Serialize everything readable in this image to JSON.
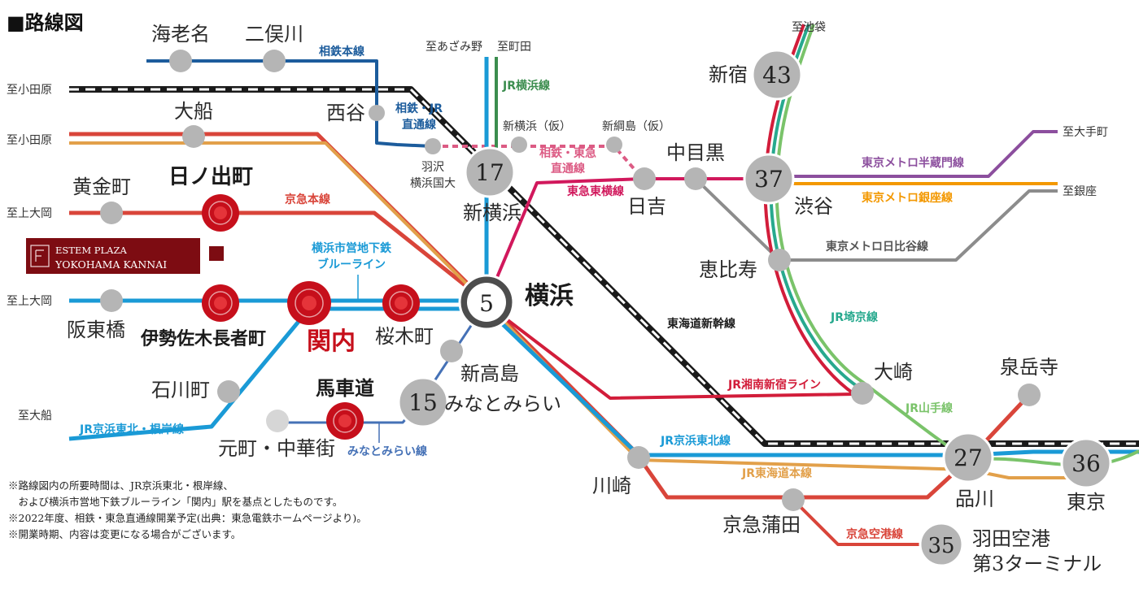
{
  "title": "■路線図",
  "brand": {
    "line1": "ESTEM PLAZA",
    "line2": "YOKOHAMA KANNAI"
  },
  "stations": {
    "ebina": "海老名",
    "futamatagawa": "二俣川",
    "nishiya": "西谷",
    "ofuna_n": "大船",
    "koganecho": "黄金町",
    "hinodecho": "日ノ出町",
    "hazawa1": "羽沢",
    "hazawa2": "横浜国大",
    "shinyokohama": "新横浜",
    "shinyokohama_kari": "新横浜（仮）",
    "shintsunashima": "新綱島（仮）",
    "hiyoshi": "日吉",
    "nakameguro": "中目黒",
    "shibuya": "渋谷",
    "shinjuku": "新宿",
    "ebisu": "恵比寿",
    "yokohama": "横浜",
    "tanmachi": "阪東橋",
    "isezakichojamachi": "伊勢佐木長者町",
    "kannai": "関内",
    "sakuragicho": "桜木町",
    "shintakashima": "新高島",
    "minatomirai": "みなとみらい",
    "ishikawacho": "石川町",
    "bashamichi": "馬車道",
    "motomachi": "元町・中華街",
    "osaki": "大崎",
    "sengakuji": "泉岳寺",
    "kawasaki": "川崎",
    "shinagawa": "品川",
    "tokyo": "東京",
    "keikyukamata": "京急蒲田",
    "haneda1": "羽田空港",
    "haneda2": "第3ターミナル"
  },
  "minutes": {
    "shinjuku": "43",
    "shibuya": "37",
    "shinyokohama": "17",
    "yokohama": "5",
    "minatomirai": "15",
    "shinagawa": "27",
    "tokyo": "36",
    "haneda": "35"
  },
  "directions": {
    "ikebukuro": "至池袋",
    "azamino": "至あざみ野",
    "machida": "至町田",
    "odawara1": "至小田原",
    "odawara2": "至小田原",
    "kamiooka1": "至上大岡",
    "kamiooka2": "至上大岡",
    "ofuna": "至大船",
    "otemachi": "至大手町",
    "ginza": "至銀座"
  },
  "lines": {
    "sotetsu": "相鉄本線",
    "sotetsu_jr_1": "相鉄・JR",
    "sotetsu_jr_2": "直通線",
    "jr_yokohama": "JR横浜線",
    "sotetsu_tokyu_1": "相鉄・東急",
    "sotetsu_tokyu_2": "直通線",
    "toyoko": "東急東横線",
    "keikyu_main": "京急本線",
    "blue_1": "横浜市営地下鉄",
    "blue_2": "ブルーライン",
    "hanzomon": "東京メトロ半蔵門線",
    "ginza_line": "東京メトロ銀座線",
    "hibiya": "東京メトロ日比谷線",
    "saikyo": "JR埼京線",
    "tokaido_shinkansen": "東海道新幹線",
    "shonan_shinjuku": "JR湘南新宿ライン",
    "yamanote": "JR山手線",
    "keihin_tohoku": "JR京浜東北線",
    "tokaido_main": "JR東海道本線",
    "keihin_negishi": "JR京浜東北・根岸線",
    "minatomirai_line": "みなとみらい線",
    "airport": "京急空港線"
  },
  "notes": [
    "※路線図内の所要時間は、JR京浜東北・根岸線、",
    "　および横浜市営地下鉄ブルーライン「関内」駅を基点としたものです。",
    "※2022年度、相鉄・東急直通線開業予定(出典：東急電鉄ホームページより)。",
    "※開業時期、内容は変更になる場合がございます。"
  ],
  "colors": {
    "sotetsu": "#1c5c9c",
    "blue_line": "#1a9ad6",
    "keikyu": "#d9453a",
    "jr_tokaido": "#e2a04a",
    "jr_yokohama": "#3b8d4e",
    "toyoko": "#d1185c",
    "hanzomon": "#8c4f9e",
    "ginza": "#f39800",
    "hibiya": "#8c8c8c",
    "saikyo": "#27a98e",
    "yamanote": "#7ac36a",
    "shonan": "#d21d3a",
    "minatomirai": "#4571b6",
    "shinkansen": "#1a1a1a",
    "station_gray": "#b5b5b5",
    "station_red": "#c60f1b",
    "brand": "#7d0c12"
  }
}
